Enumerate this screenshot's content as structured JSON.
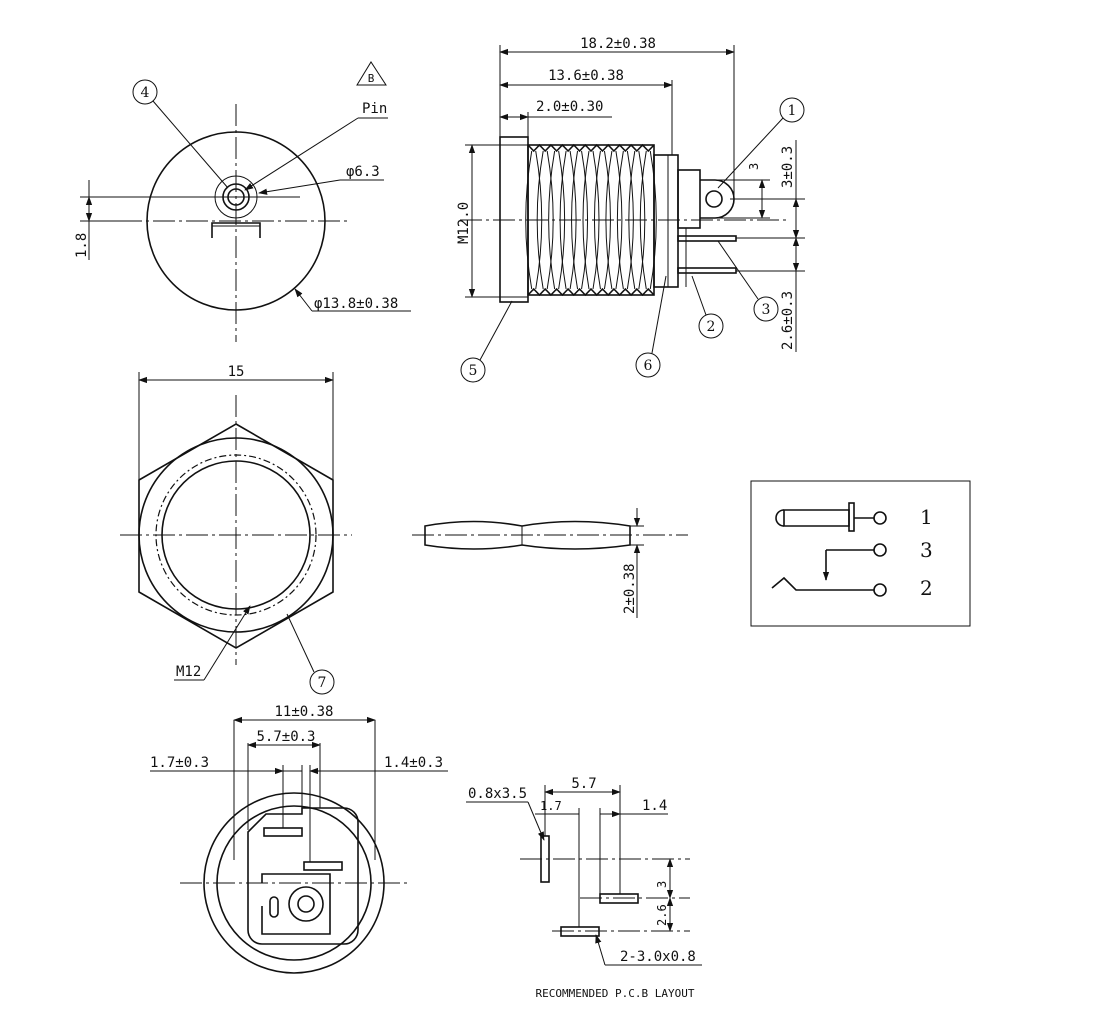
{
  "front_view": {
    "callout_4": "4",
    "revision": "B",
    "pin_label": "Pin",
    "dia_pin": "φ6.3",
    "dia_outer": "φ13.8±0.38",
    "offset": "1.8"
  },
  "side_view": {
    "dim_total": "18.2±0.38",
    "dim_thread": "13.6±0.38",
    "dim_flange": "2.0±0.30",
    "thread_label": "M12.0",
    "dim_lug": "3",
    "dim_pin1": "3±0.3",
    "dim_pin2": "2.6±0.3",
    "callouts": [
      "1",
      "2",
      "3",
      "5",
      "6"
    ]
  },
  "nut_view": {
    "dim_width": "15",
    "thread_label": "M12",
    "callout_7": "7"
  },
  "washer_view": {
    "dim_thickness": "2±0.38"
  },
  "schematic": {
    "pins": [
      "1",
      "3",
      "2"
    ]
  },
  "bottom_view": {
    "dim_overall": "11±0.38",
    "dim_spacing": "5.7±0.3",
    "dim_left": "1.7±0.3",
    "dim_right": "1.4±0.3"
  },
  "pcb_layout": {
    "slot_a": "0.8x3.5",
    "dim_span": "5.7",
    "dim_left": "1.7",
    "dim_right": "1.4",
    "dim_v1": "3",
    "dim_v2": "2.6",
    "slot_b": "2-3.0x0.8",
    "caption": "RECOMMENDED P.C.B LAYOUT"
  }
}
